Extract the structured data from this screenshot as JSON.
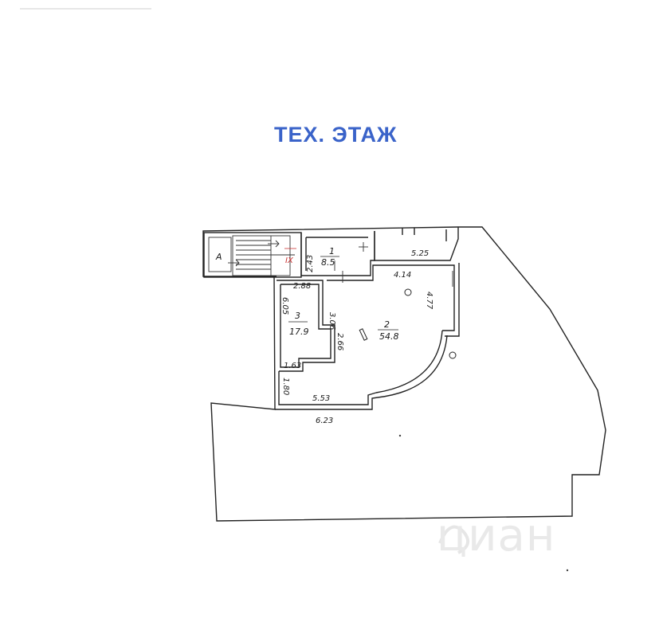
{
  "title": "ТЕХ. ЭТАЖ",
  "stair_marker": "А",
  "stair_roman": "IX",
  "rooms": [
    {
      "number": "1",
      "area": "8.5"
    },
    {
      "number": "2",
      "area": "54.8"
    },
    {
      "number": "3",
      "area": "17.9"
    }
  ],
  "dimensions": {
    "d_243": "2.43",
    "d_525": "5.25",
    "d_414": "4.14",
    "d_288": "2.88",
    "d_306": "3.06",
    "d_605": "6.05",
    "d_477": "4.77",
    "d_266": "2.66",
    "d_163": "1.63",
    "d_180": "1.80",
    "d_553": "5.53",
    "d_623": "6.23"
  },
  "watermark": "циан",
  "colors": {
    "title": "#3a63c9",
    "lines": "#222222"
  }
}
